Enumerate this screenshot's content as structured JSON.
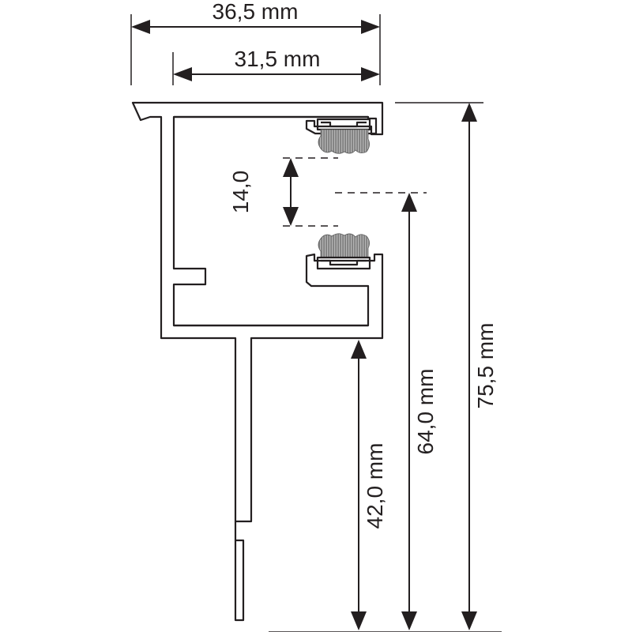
{
  "dimensions": {
    "overall_width": "36,5 mm",
    "inner_width": "31,5 mm",
    "opening_gap": "14,0",
    "height_42": "42,0 mm",
    "height_64": "64,0 mm",
    "height_75": "75,5 mm"
  },
  "colors": {
    "line": "#231f20",
    "brush": "#8a8a8a"
  }
}
